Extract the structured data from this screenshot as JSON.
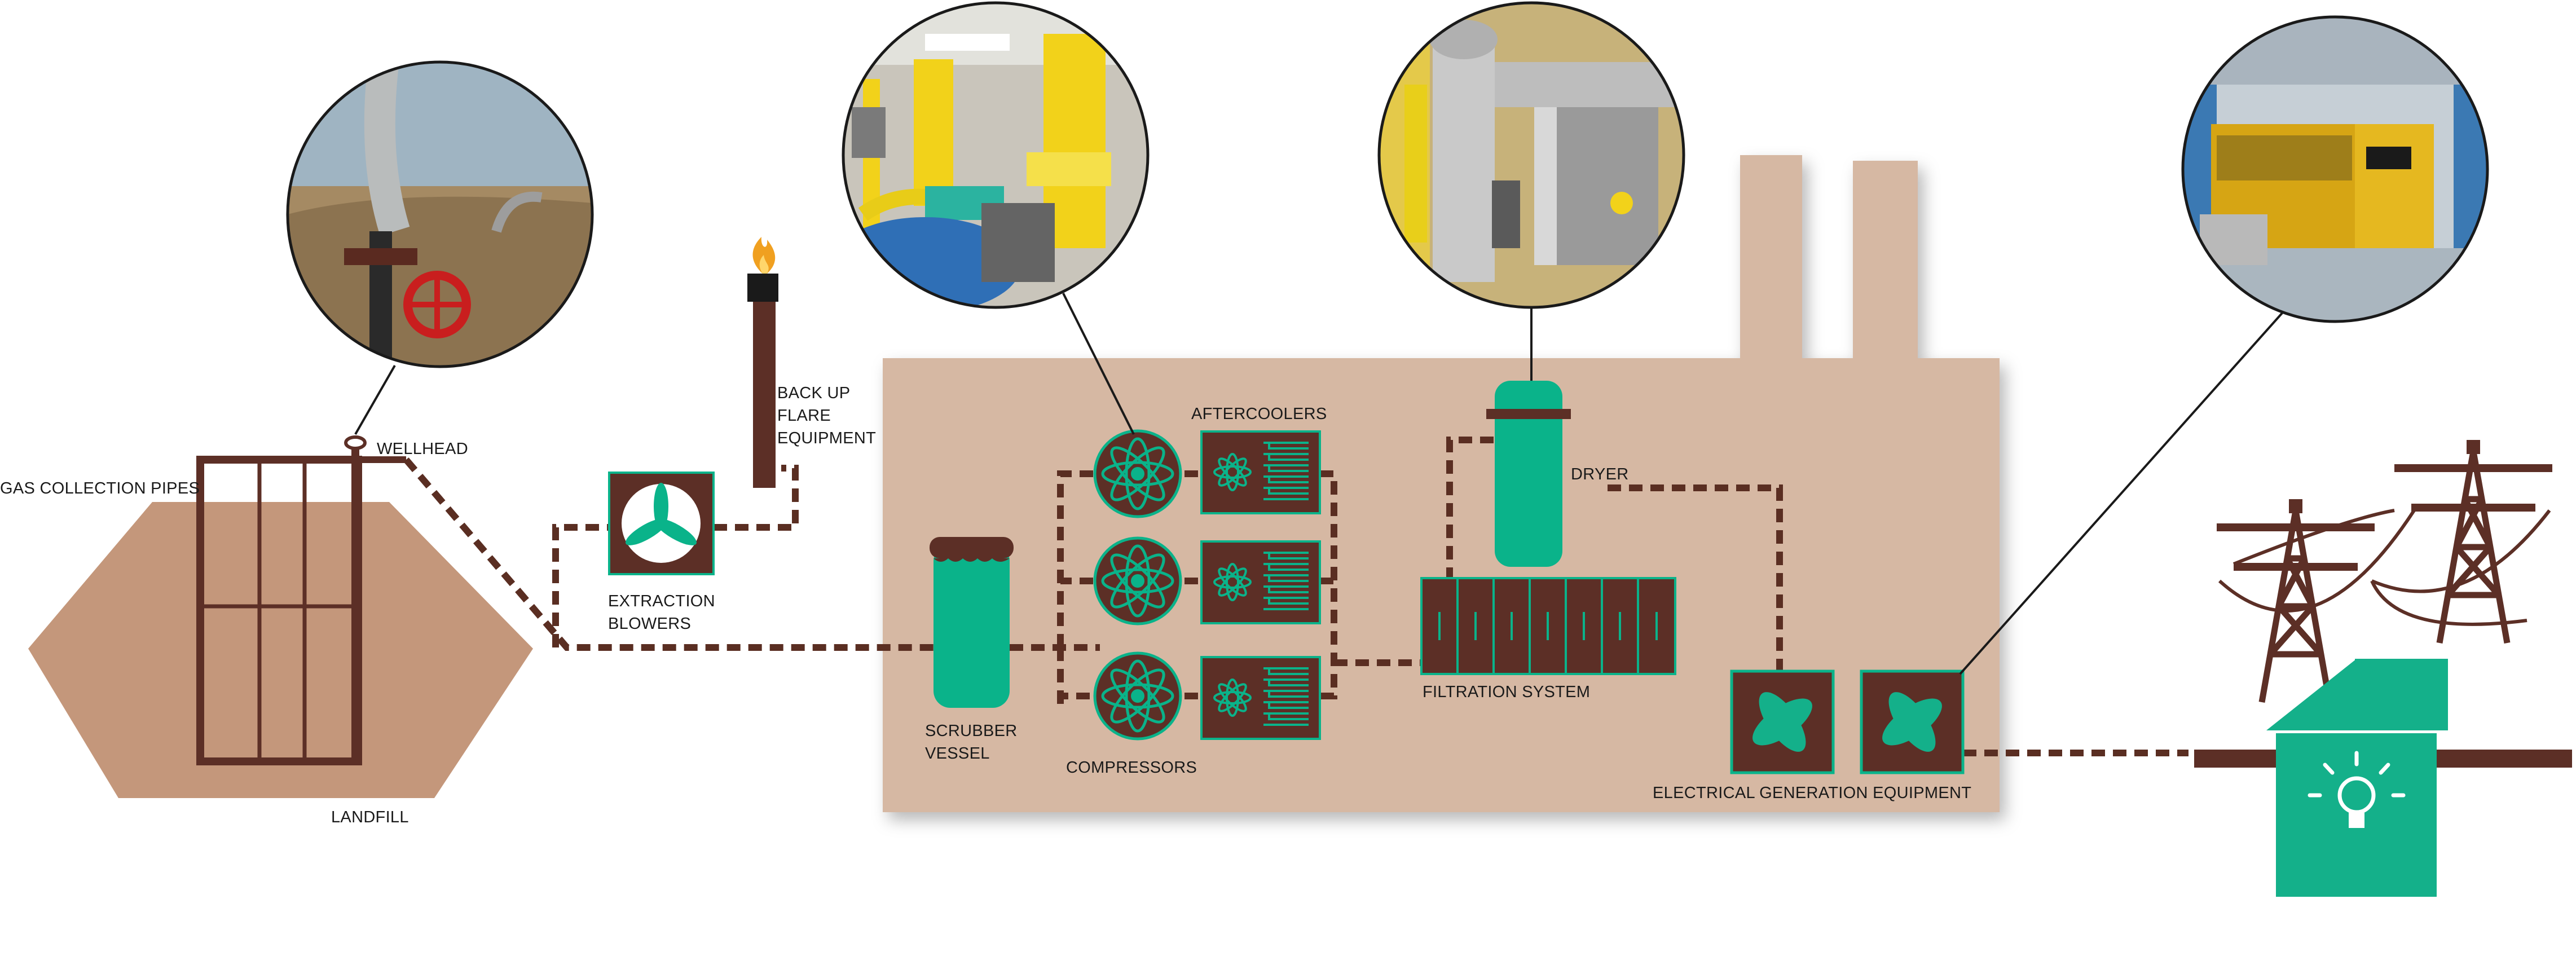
{
  "labels": {
    "gas_collection_pipes": "GAS COLLECTION PIPES",
    "wellhead": "WELLHEAD",
    "landfill": "LANDFILL",
    "extraction_blowers_1": "EXTRACTION",
    "extraction_blowers_2": "BLOWERS",
    "flare_1": "BACK UP",
    "flare_2": "FLARE",
    "flare_3": "EQUIPMENT",
    "scrubber_1": "SCRUBBER",
    "scrubber_2": "VESSEL",
    "compressors": "COMPRESSORS",
    "aftercoolers": "AFTERCOOLERS",
    "dryer": "DRYER",
    "filtration": "FILTRATION SYSTEM",
    "electrical_generation": "ELECTRICAL GENERATION EQUIPMENT"
  },
  "colors": {
    "plant_fill": "#d6b8a3",
    "landfill_fill": "#c4977b",
    "pipe": "#5a2e22",
    "equipment_dark": "#5c2f26",
    "equipment_green": "#0ab38a",
    "house_green": "#14b08a",
    "flame": "#f0a020"
  },
  "icons": {
    "wellhead_photo": "valve-photo-icon",
    "compressor_photo": "compressor-photo-icon",
    "dryer_photo": "dryer-photo-icon",
    "generator_photo": "generator-photo-icon",
    "lightbulb": "lightbulb-icon"
  }
}
